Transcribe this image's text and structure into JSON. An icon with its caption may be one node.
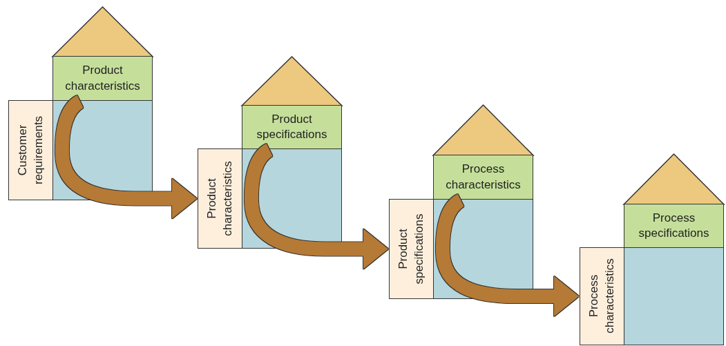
{
  "diagram": {
    "nodes": [
      {
        "text": [],
        "shape": "triangle"
      },
      {
        "text": [
          "Product characteristics"
        ]
      },
      {
        "text": [
          "Customer requirements"
        ]
      },
      {
        "text": [],
        "shape": "box"
      },
      {
        "text": [],
        "shape": "triangle"
      },
      {
        "text": [
          "Product specifications"
        ]
      },
      {
        "text": [
          "Product characteristics"
        ]
      },
      {
        "text": [],
        "shape": "box"
      },
      {
        "text": [],
        "shape": "triangle"
      },
      {
        "text": [
          "Process characteristics"
        ]
      },
      {
        "text": [
          "Product specifications"
        ]
      },
      {
        "text": [],
        "shape": "box"
      },
      {
        "text": [],
        "shape": "triangle"
      },
      {
        "text": [
          "Process specifications"
        ]
      },
      {
        "text": [
          "Process characteristics"
        ]
      },
      {
        "text": [],
        "shape": "box"
      }
    ],
    "edges": [
      {
        "from": 3,
        "to": 6,
        "arrow": "to"
      },
      {
        "from": 7,
        "to": 10,
        "arrow": "to"
      },
      {
        "from": 11,
        "to": 14,
        "arrow": "to"
      }
    ]
  }
}
